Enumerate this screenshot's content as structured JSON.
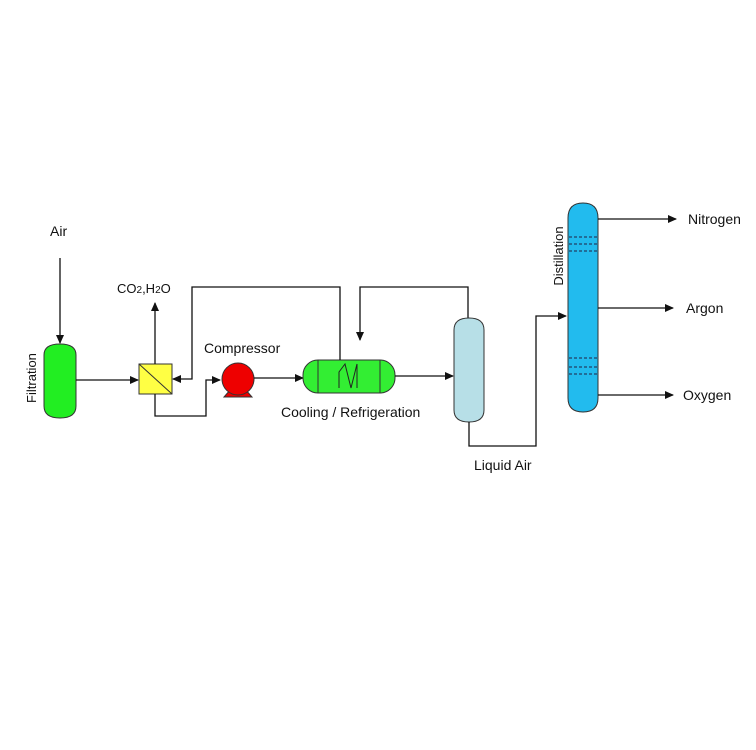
{
  "labels": {
    "air": "Air",
    "filtration": "Filtration",
    "co2": "CO",
    "co2_sub": "2",
    "h2o_h": ",H",
    "h2o_sub": "2",
    "h2o_o": "O",
    "compressor": "Compressor",
    "cooling": "Cooling / Refrigeration",
    "liquid_air": "Liquid Air",
    "distillation": "Distillation",
    "nitrogen": "Nitrogen",
    "argon": "Argon",
    "oxygen": "Oxygen"
  },
  "colors": {
    "filter_green": "#22ee22",
    "dryer_yellow": "#ffff44",
    "compressor_red": "#ee0000",
    "cooler_green": "#33ee33",
    "separator_blue": "#b7dfe7",
    "column_cyan": "#22bbee",
    "line": "#111111"
  }
}
